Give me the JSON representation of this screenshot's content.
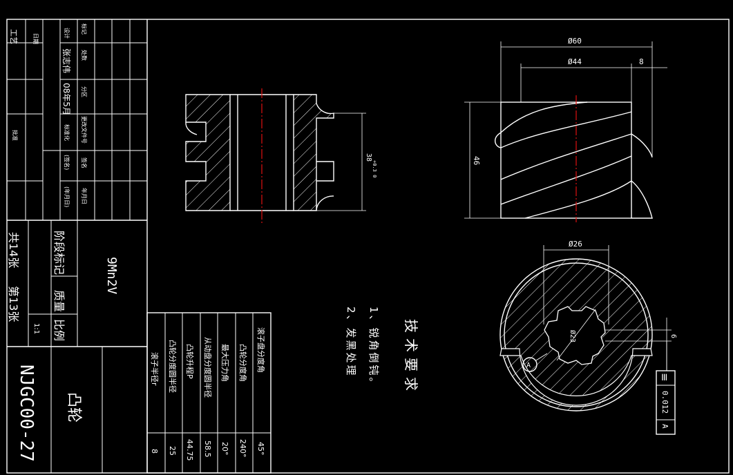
{
  "title_block": {
    "left_strip": {
      "top_small": "日期",
      "top_big": "工艺",
      "bottom_small": "批准"
    },
    "col_labels": [
      "设计",
      "张志伟",
      "08年5月",
      "标准化",
      "(签名)",
      "(年月日)"
    ],
    "col_headers": [
      "标记",
      "处数",
      "分区",
      "更改文件号",
      "签名",
      "年月日"
    ],
    "sheet_total": "共14张",
    "sheet_current": "第13张",
    "stage_mark": "阶段标记",
    "mass": "质量",
    "scale_label": "比例",
    "scale_value": "1:1",
    "material": "9Mn2V",
    "drawing_no": "NJGC00-27",
    "part_name": "凸轮"
  },
  "param_table": {
    "rows": [
      {
        "name": "滚子盘分度角",
        "value": "45°"
      },
      {
        "name": "凸轮分度角",
        "value": "240°"
      },
      {
        "name": "最大压力角",
        "value": "20°"
      },
      {
        "name": "从动盘分度圆半径",
        "value": "58.5"
      },
      {
        "name": "凸轮升程P",
        "value": "44.75"
      },
      {
        "name": "凸轮分度圆半径",
        "value": "25"
      },
      {
        "name": "滚子半径r",
        "value": "8"
      }
    ]
  },
  "tech_requirements": {
    "heading": "技术要求",
    "items": [
      "1、锐角倒钝。",
      "2、发黑处理"
    ]
  },
  "dimensions": {
    "d60": "Ø60",
    "d44": "Ø44",
    "d8": "8",
    "h46": "46",
    "d26": "Ø26",
    "d23": "Ø23",
    "d6": "6",
    "h38": "38",
    "h38_tol": "+0.3 0",
    "datum": "A",
    "symmetry_symbol": "≡",
    "symmetry_value": "0.012",
    "symmetry_datum": "A"
  }
}
